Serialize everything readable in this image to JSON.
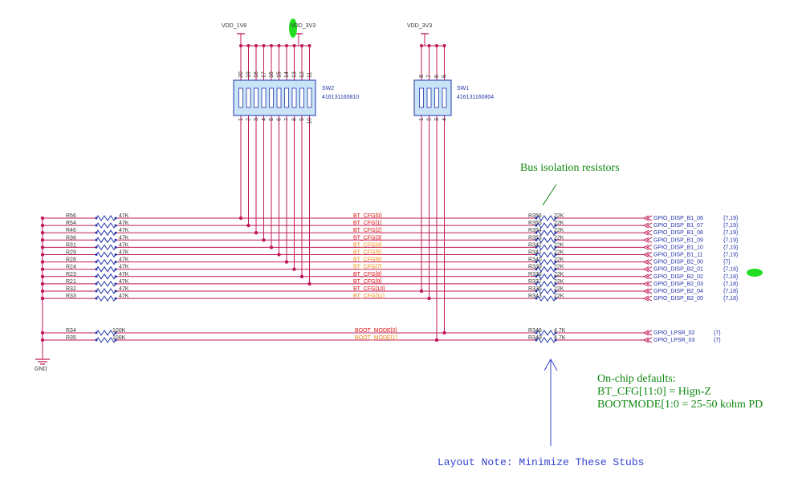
{
  "power": {
    "vdd_1v8": "VDD_1V8",
    "vdd_3v3_a": "VDD_3V3",
    "vdd_3v3_b": "VDD_3V3",
    "gnd": "GND"
  },
  "sw2": {
    "ref": "SW2",
    "part": "416131160810",
    "top_pins": [
      "20",
      "19",
      "18",
      "17",
      "16",
      "15",
      "14",
      "13",
      "12",
      "11"
    ],
    "bottom_pins": [
      "1",
      "2",
      "3",
      "4",
      "5",
      "6",
      "7",
      "8",
      "9",
      "10"
    ]
  },
  "sw1": {
    "ref": "SW1",
    "part": "416131160804",
    "top_pins": [
      "8",
      "7",
      "6",
      "5"
    ],
    "bottom_pins": [
      "1",
      "2",
      "3",
      "4"
    ]
  },
  "rows": [
    {
      "res": "R56",
      "val": "47K",
      "net": "BT_CFG[0]",
      "bus_res": "R356",
      "bus_val": "22K",
      "gpio": "GPIO_DISP_B1_06",
      "page": "{7,19}",
      "net_color": "#dd1111"
    },
    {
      "res": "R54",
      "val": "47K",
      "net": "BT_CFG[1]",
      "bus_res": "R355",
      "bus_val": "22K",
      "gpio": "GPIO_DISP_B1_07",
      "page": "{7,19}",
      "net_color": "#dd1111"
    },
    {
      "res": "R46",
      "val": "47K",
      "net": "BT_CFG[2]",
      "bus_res": "R354",
      "bus_val": "22K",
      "gpio": "GPIO_DISP_B1_08",
      "page": "{7,19}",
      "net_color": "#dd1111"
    },
    {
      "res": "R36",
      "val": "47K",
      "net": "BT_CFG[3]",
      "bus_res": "R353",
      "bus_val": "22K",
      "gpio": "GPIO_DISP_B1_09",
      "page": "{7,19}",
      "net_color": "#dd1111"
    },
    {
      "res": "R31",
      "val": "47K",
      "net": "BT_CFG[4]",
      "bus_res": "R342",
      "bus_val": "22K",
      "gpio": "GPIO_DISP_B1_10",
      "page": "{7,19}",
      "net_color": "#ee8811"
    },
    {
      "res": "R29",
      "val": "47K",
      "net": "BT_CFG[5]",
      "bus_res": "R341",
      "bus_val": "22K",
      "gpio": "GPIO_DISP_B1_11",
      "page": "{7,19}",
      "net_color": "#ee8811"
    },
    {
      "res": "R28",
      "val": "47K",
      "net": "BT_CFG[6]",
      "bus_res": "R340",
      "bus_val": "22K",
      "gpio": "GPIO_DISP_B2_00",
      "page": "{7}",
      "net_color": "#ee8811"
    },
    {
      "res": "R24",
      "val": "47K",
      "net": "BT_CFG[7]",
      "bus_res": "R339",
      "bus_val": "22K",
      "gpio": "GPIO_DISP_B2_01",
      "page": "{7,16}",
      "net_color": "#ee8811"
    },
    {
      "res": "R23",
      "val": "47K",
      "net": "BT_CFG[8]",
      "bus_res": "R338",
      "bus_val": "22K",
      "gpio": "GPIO_DISP_B2_02",
      "page": "{7,18}",
      "net_color": "#dd1111"
    },
    {
      "res": "R21",
      "val": "47K",
      "net": "BT_CFG[9]",
      "bus_res": "R337",
      "bus_val": "22K",
      "gpio": "GPIO_DISP_B2_03",
      "page": "{7,18}",
      "net_color": "#dd1111"
    },
    {
      "res": "R32",
      "val": "47K",
      "net": "BT_CFG[10]",
      "bus_res": "R336",
      "bus_val": "22K",
      "gpio": "GPIO_DISP_B2_04",
      "page": "{7,18}",
      "net_color": "#dd1111"
    },
    {
      "res": "R33",
      "val": "47K",
      "net": "BT_CFG[11]",
      "bus_res": "R343",
      "bus_val": "22K",
      "gpio": "GPIO_DISP_B2_05",
      "page": "{7,18}",
      "net_color": "#ee8811"
    }
  ],
  "boot_rows": [
    {
      "res": "R34",
      "val": "100K",
      "net": "BOOT_MODE[0]",
      "bus_res": "R348",
      "bus_val": "4.7K",
      "gpio": "GPIO_LPSR_02",
      "page": "{7}",
      "net_color": "#dd1111"
    },
    {
      "res": "R35",
      "val": "100K",
      "net": "BOOT_MODE[1]",
      "bus_res": "R349",
      "bus_val": "4.7K",
      "gpio": "GPIO_LPSR_03",
      "page": "{7}",
      "net_color": "#ee8811"
    }
  ],
  "notes": {
    "bus_isolation": "Bus isolation resistors",
    "defaults": [
      "On-chip defaults:",
      "BT_CFG[11:0] = Hign-Z",
      "BOOTMODE[1:0 =  25-50 kohm PD"
    ],
    "layout": "Layout Note: Minimize These Stubs"
  },
  "colors": {
    "wire": "#c0185a",
    "component": "#2233aa",
    "label": "#333333",
    "bus_note": "#118811",
    "layout_note": "#3344cc",
    "marker": "#22dd22"
  }
}
